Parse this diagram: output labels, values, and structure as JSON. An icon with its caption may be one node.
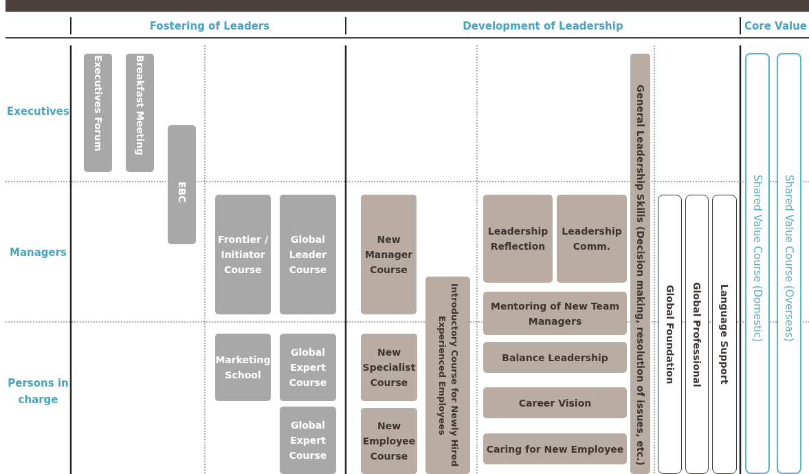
{
  "diagram": {
    "nodes": [
      {
        "text": [
          "Executives Forum"
        ]
      },
      {
        "text": [
          "Breakfast Meeting"
        ]
      },
      {
        "text": [
          "General Leadership Skills (Decision making, resolution of issues, etc.)"
        ]
      },
      {
        "text": [
          "Shared Value Course (Domestic)"
        ]
      },
      {
        "text": [
          "Shared Value Course (Overseas)"
        ]
      },
      {
        "text": [
          "EBC"
        ]
      },
      {
        "text": [
          "Frontier / Initiator Course"
        ]
      },
      {
        "text": [
          "Global Leader Course"
        ]
      },
      {
        "text": [
          "New Manager Course"
        ]
      },
      {
        "text": [
          "Leadership Reflection"
        ]
      },
      {
        "text": [
          "Leadership Comm."
        ]
      },
      {
        "text": [
          "Global Foundation"
        ]
      },
      {
        "text": [
          "Global Professional"
        ]
      },
      {
        "text": [
          "Language Support"
        ]
      },
      {
        "text": [
          "Introductory Course for Newly Hired Experienced Employees"
        ]
      },
      {
        "text": [
          "Mentoring of New Team Managers"
        ]
      },
      {
        "text": [
          "Marketing School"
        ]
      },
      {
        "text": [
          "Global Expert Course"
        ]
      },
      {
        "text": [
          "New Specialist Course"
        ]
      },
      {
        "text": [
          "Balance Leadership"
        ]
      },
      {
        "text": [
          "Career Vision"
        ]
      },
      {
        "text": [
          "Global Expert Course"
        ]
      },
      {
        "text": [
          "New Employee Course"
        ]
      },
      {
        "text": [
          "Caring for New Employee"
        ]
      }
    ],
    "edges": [],
    "labels": [
      "Fostering of Leaders",
      "Development of Leadership",
      "Core Value",
      "Executives",
      "Managers",
      "Persons in charge"
    ]
  }
}
